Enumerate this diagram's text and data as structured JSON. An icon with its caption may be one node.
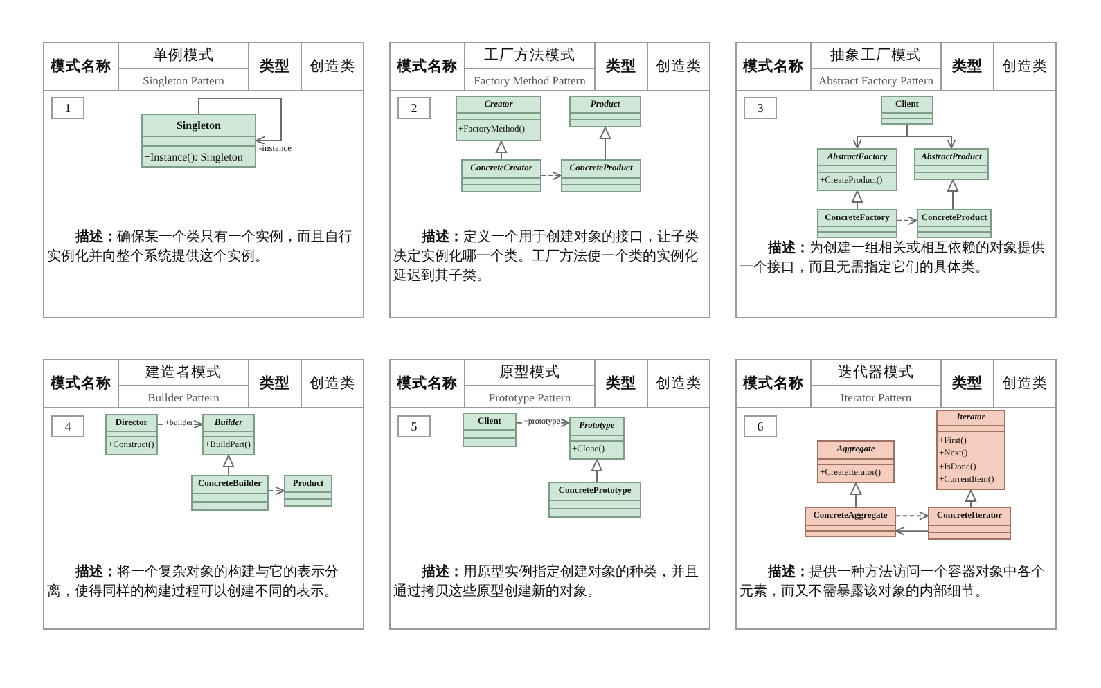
{
  "diagram": {
    "nodes": [
      {
        "text": [
          "模式名称",
          "单例模式",
          "Singleton Pattern",
          "类型",
          "创造类",
          "**描述：**确保某一个类只有一个实例，而且自行实例化并向整个系统提供这个实例。"
        ]
      },
      {
        "text": [
          "1"
        ],
        "in": 0
      },
      {
        "text": [
          "Singleton",
          "+Instance(): Singleton"
        ],
        "in": 0
      },
      {
        "text": [
          "模式名称",
          "工厂方法模式",
          "Factory Method Pattern",
          "类型",
          "创造类",
          "**描述：**定义一个用于创建对象的接口，让子类决定实例化哪一个类。工厂方法使一个类的实例化延迟到其子类。"
        ]
      },
      {
        "text": [
          "2"
        ],
        "in": 3
      },
      {
        "text": [
          "Creator",
          "+FactoryMethod()"
        ],
        "in": 3
      },
      {
        "text": [
          "Product"
        ],
        "in": 3
      },
      {
        "text": [
          "ConcreteCreator"
        ],
        "in": 3
      },
      {
        "text": [
          "ConcreteProduct"
        ],
        "in": 3
      },
      {
        "text": [
          "模式名称",
          "抽象工厂模式",
          "Abstract Factory Pattern",
          "类型",
          "创造类",
          "**描述：**为创建一组相关或相互依赖的对象提供一个接口，而且无需指定它们的具体类。"
        ]
      },
      {
        "text": [
          "3"
        ],
        "in": 9
      },
      {
        "text": [
          "Client"
        ],
        "in": 9
      },
      {
        "text": [
          "AbstractFactory",
          "+CreateProduct()"
        ],
        "in": 9
      },
      {
        "text": [
          "AbstractProduct"
        ],
        "in": 9
      },
      {
        "text": [
          "ConcreteFactory"
        ],
        "in": 9
      },
      {
        "text": [
          "ConcreteProduct"
        ],
        "in": 9
      },
      {
        "text": [
          "模式名称",
          "建造者模式",
          "Builder Pattern",
          "类型",
          "创造类",
          "**描述：**将一个复杂对象的构建与它的表示分离，使得同样的构建过程可以创建不同的表示。"
        ]
      },
      {
        "text": [
          "4"
        ],
        "in": 16
      },
      {
        "text": [
          "Director",
          "+Construct()"
        ],
        "in": 16
      },
      {
        "text": [
          "Builder",
          "+BuildPart()"
        ],
        "in": 16
      },
      {
        "text": [
          "ConcreteBuilder"
        ],
        "in": 16
      },
      {
        "text": [
          "Product"
        ],
        "in": 16
      },
      {
        "text": [
          "模式名称",
          "原型模式",
          "Prototype Pattern",
          "类型",
          "创造类",
          "**描述：**用原型实例指定创建对象的种类，并且通过拷贝这些原型创建新的对象。"
        ]
      },
      {
        "text": [
          "5"
        ],
        "in": 22
      },
      {
        "text": [
          "Client"
        ],
        "in": 22
      },
      {
        "text": [
          "Prototype",
          "+Clone()"
        ],
        "in": 22
      },
      {
        "text": [
          "ConcretePrototype"
        ],
        "in": 22
      },
      {
        "text": [
          "模式名称",
          "迭代器模式",
          "Iterator Pattern",
          "类型",
          "创造类",
          "**描述：**提供一种方法访问一个容器对象中各个元素，而又不需暴露该对象的内部细节。"
        ]
      },
      {
        "text": [
          "6"
        ],
        "in": 27
      },
      {
        "text": [
          "Aggregate",
          "+CreateIterator()"
        ],
        "in": 27
      },
      {
        "text": [
          "Iterator",
          "+First()",
          "+Next()",
          "+IsDone()",
          "+CurrentItem()"
        ],
        "in": 27
      },
      {
        "text": [
          "ConcreteAggregate"
        ],
        "in": 27
      },
      {
        "text": [
          "ConcreteIterator"
        ],
        "in": 27
      }
    ],
    "edges": [
      {
        "from": 2,
        "to": 2,
        "arrow": "to",
        "label": "-instance"
      },
      {
        "from": 7,
        "to": 5,
        "arrow": "to"
      },
      {
        "from": 8,
        "to": 6,
        "arrow": "to"
      },
      {
        "from": 7,
        "to": 8,
        "arrow": "to",
        "style": "dashed"
      },
      {
        "from": 11,
        "to": 12,
        "arrow": "to"
      },
      {
        "from": 11,
        "to": 13,
        "arrow": "to"
      },
      {
        "from": 14,
        "to": 12,
        "arrow": "to"
      },
      {
        "from": 15,
        "to": 13,
        "arrow": "to"
      },
      {
        "from": 14,
        "to": 15,
        "arrow": "to",
        "style": "dashed"
      },
      {
        "from": 18,
        "to": 19,
        "arrow": "to",
        "label": "+builder"
      },
      {
        "from": 20,
        "to": 19,
        "arrow": "to"
      },
      {
        "from": 20,
        "to": 21,
        "arrow": "to",
        "style": "dashed"
      },
      {
        "from": 24,
        "to": 25,
        "arrow": "to",
        "label": "+prototype"
      },
      {
        "from": 26,
        "to": 25,
        "arrow": "to"
      },
      {
        "from": 31,
        "to": 29,
        "arrow": "to"
      },
      {
        "from": 32,
        "to": 30,
        "arrow": "to"
      },
      {
        "from": 31,
        "to": 32,
        "arrow": "to",
        "style": "dashed"
      },
      {
        "from": 32,
        "to": 31,
        "arrow": "to"
      }
    ]
  }
}
